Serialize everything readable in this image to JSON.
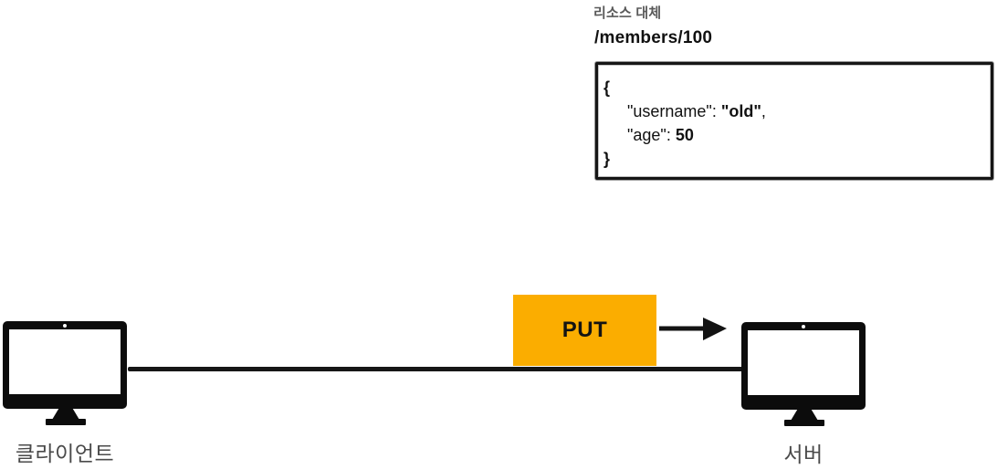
{
  "colors": {
    "accent_orange": "#FBAD00",
    "ink_black": "#141414",
    "label_gray": "#4a4a4a",
    "caption_gray": "#595959"
  },
  "annotation": {
    "caption": "리소스 대체",
    "resource_path": "/members/100",
    "json_body": {
      "brace_open": "{",
      "brace_close": "}",
      "entries": [
        {
          "key": "\"username\"",
          "colon": ": ",
          "value": "\"old\"",
          "trailing": ","
        },
        {
          "key": "\"age\"",
          "colon": ": ",
          "value": "50",
          "trailing": ""
        }
      ]
    }
  },
  "message": {
    "method": "PUT"
  },
  "nodes": {
    "client": {
      "label": "클라이언트"
    },
    "server": {
      "label": "서버"
    }
  }
}
